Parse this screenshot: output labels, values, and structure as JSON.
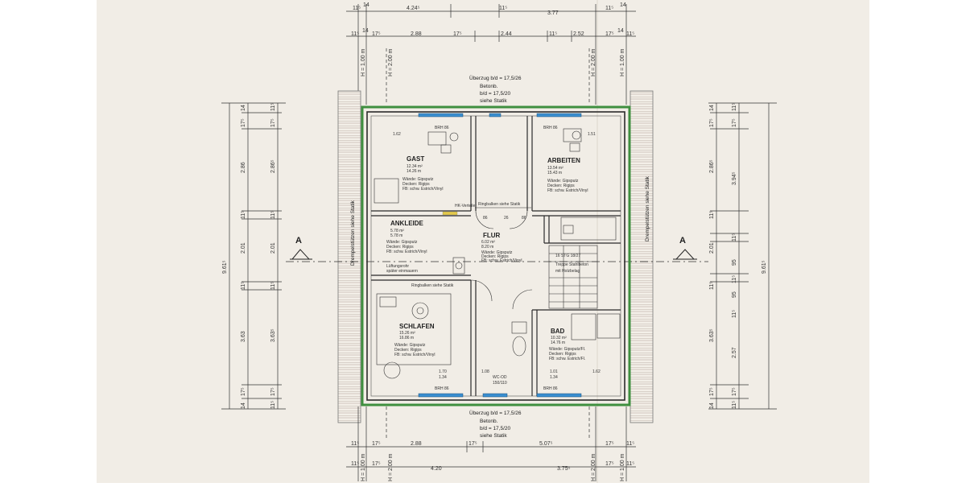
{
  "dims": {
    "top1": [
      "11⁵",
      "14",
      "4.24⁵",
      "11⁵",
      "3.77",
      "11⁵",
      "14"
    ],
    "top2": [
      "11⁵",
      "14",
      "17⁵",
      "2.88",
      "17⁵",
      "2.44",
      "11⁵",
      "2.52",
      "17⁵",
      "14",
      "11⁵"
    ],
    "top_h": [
      "H = 1.00 m",
      "H = 2.00 m",
      "H = 2.00 m",
      "H = 1.00 m"
    ],
    "bottom1": [
      "11⁵",
      "17⁵",
      "2.88",
      "17⁵",
      "5.07⁵",
      "17⁵",
      "11⁵"
    ],
    "bottom2": [
      "11⁵",
      "17⁵",
      "4.20",
      "3.75⁵",
      "17⁵",
      "11⁵"
    ],
    "bottom_h": [
      "H = 1.00 m",
      "H = 2.00 m",
      "H = 2.00 m",
      "H = 1.00 m"
    ],
    "left_total": "9.61⁵",
    "left_a": [
      "14",
      "17⁵",
      "2.86",
      "11⁵",
      "2.01",
      "11⁵",
      "3.63",
      "17⁵",
      "14"
    ],
    "left_b": [
      "11⁵",
      "17⁵",
      "2.86⁵",
      "11⁵",
      "2.01",
      "11⁵",
      "3.63⁵",
      "17⁵",
      "11⁵"
    ],
    "right_total": "9.61⁵",
    "right_a": [
      "14",
      "17⁵",
      "2.86⁵",
      "11⁵",
      "2.01",
      "11⁵",
      "3.63⁵",
      "17⁵",
      "14"
    ],
    "right_b": [
      "11⁵",
      "17⁵",
      "3.94⁵",
      "11⁵",
      "95",
      "11⁵",
      "95",
      "11⁵",
      "2.57",
      "17⁵",
      "11⁵"
    ]
  },
  "notes": {
    "top_beam": [
      "Überzug b/d = 17,5/26",
      "Betonb.",
      "b/d = 17,5/20",
      "siehe Statik"
    ],
    "bottom_beam": [
      "Überzug b/d = 17,5/26",
      "Betonb.",
      "b/d = 17,5/20",
      "siehe Statik"
    ],
    "left_strip": "Drempelstützen siehe Statik",
    "right_strip": "Drempelstützen siehe Statik",
    "section_left": "A",
    "section_right": "A",
    "ringbalken_top": "Ringbalken siehe Statik",
    "ringbalken_left": "Ringbalken siehe Statik",
    "hk": "HK-Verteiler",
    "lueftung": [
      "Lüftungsrohr",
      "später einmauern"
    ],
    "treppe": [
      "Treppe Stahlbeton",
      "mit Holzbelag"
    ],
    "stair_formula": "16 STG 18/27"
  },
  "windows": {
    "brh_top_left": "BRH 86",
    "brh_top_right": "BRH 86",
    "brh_bottom_left": "BRH 86",
    "brh_bottom_right": "BRH 86"
  },
  "rooms": {
    "gast": {
      "name": "GAST",
      "area1": "12.34 m²",
      "area2": "14.26 m",
      "w": "Wände: Gipsputz",
      "d": "Decken: Rigips",
      "fb": "FB: schw. Estrich/Vinyl"
    },
    "arbeiten": {
      "name": "ARBEITEN",
      "area1": "13.54 m²",
      "area2": "15.43 m",
      "w": "Wände: Gipsputz",
      "d": "Decken: Rigips",
      "fb": "FB: schw. Estrich/Vinyl"
    },
    "ankleide": {
      "name": "ANKLEIDE",
      "area1": "5.78 m²",
      "area2": "5.78 m",
      "w": "Wände: Gipsputz",
      "d": "Decken: Rigips",
      "fb": "FB: schw. Estrich/Vinyl"
    },
    "flur": {
      "name": "FLUR",
      "area1": "6.02 m²",
      "area2": "8.20 m",
      "w": "Wände: Gipsputz",
      "d": "Decken: Rigips",
      "fb": "FB: schw. Estrich/Vinyl"
    },
    "schlafen": {
      "name": "SCHLAFEN",
      "area1": "15.26 m²",
      "area2": "16.86 m",
      "w": "Wände: Gipsputz",
      "d": "Decken: Rigips",
      "fb": "FB: schw. Estrich/Vinyl"
    },
    "bad": {
      "name": "BAD",
      "area1": "10.32 m²",
      "area2": "14.76 m",
      "w": "Wände: Gipsputz/Fl.",
      "d": "Decken: Rigips",
      "fb": "FB: schw. Estrich/Fl."
    }
  },
  "interior_dims": {
    "gast_w": "1.62",
    "arb_w": "1.51",
    "flur1": "86",
    "flur2": "26",
    "flur3": "86",
    "sch1": "1.70",
    "sch2": "1.34",
    "sch3": "1.08",
    "bad1": "1.01",
    "bad2": "1.34",
    "bad3": "1.62",
    "wc": "WC-OD",
    "door1": "150/110"
  }
}
